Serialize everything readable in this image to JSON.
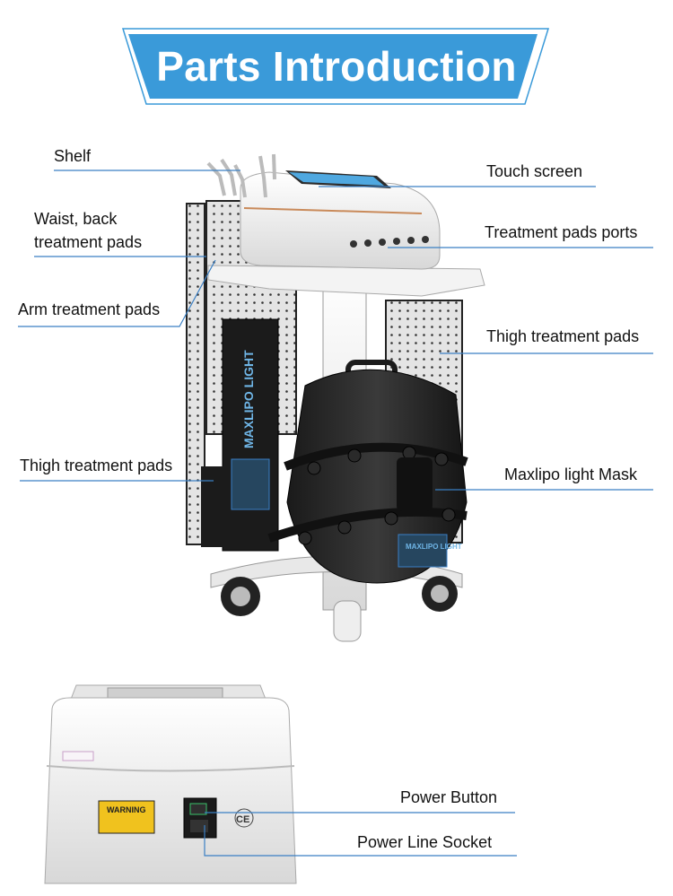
{
  "header": {
    "title": "Parts Introduction"
  },
  "labels": {
    "shelf": "Shelf",
    "touch_screen": "Touch screen",
    "waist_back_pads": "Waist, back\ntreatment pads",
    "pads_ports": "Treatment pads ports",
    "arm_pads": "Arm treatment pads",
    "thigh_pads_right": "Thigh treatment pads",
    "thigh_pads_left": "Thigh treatment pads",
    "mask": "Maxlipo light Mask",
    "power_button": "Power Button",
    "power_socket": "Power Line Socket"
  },
  "device": {
    "pad_brand": "MAXLIPO LIGHT",
    "mask_brand": "MAXLIPO LIGHT",
    "warning": "WARNING",
    "ce_mark": "CE"
  },
  "colors": {
    "accent": "#3a9ad9",
    "leader_line": "#3a7fc4"
  }
}
